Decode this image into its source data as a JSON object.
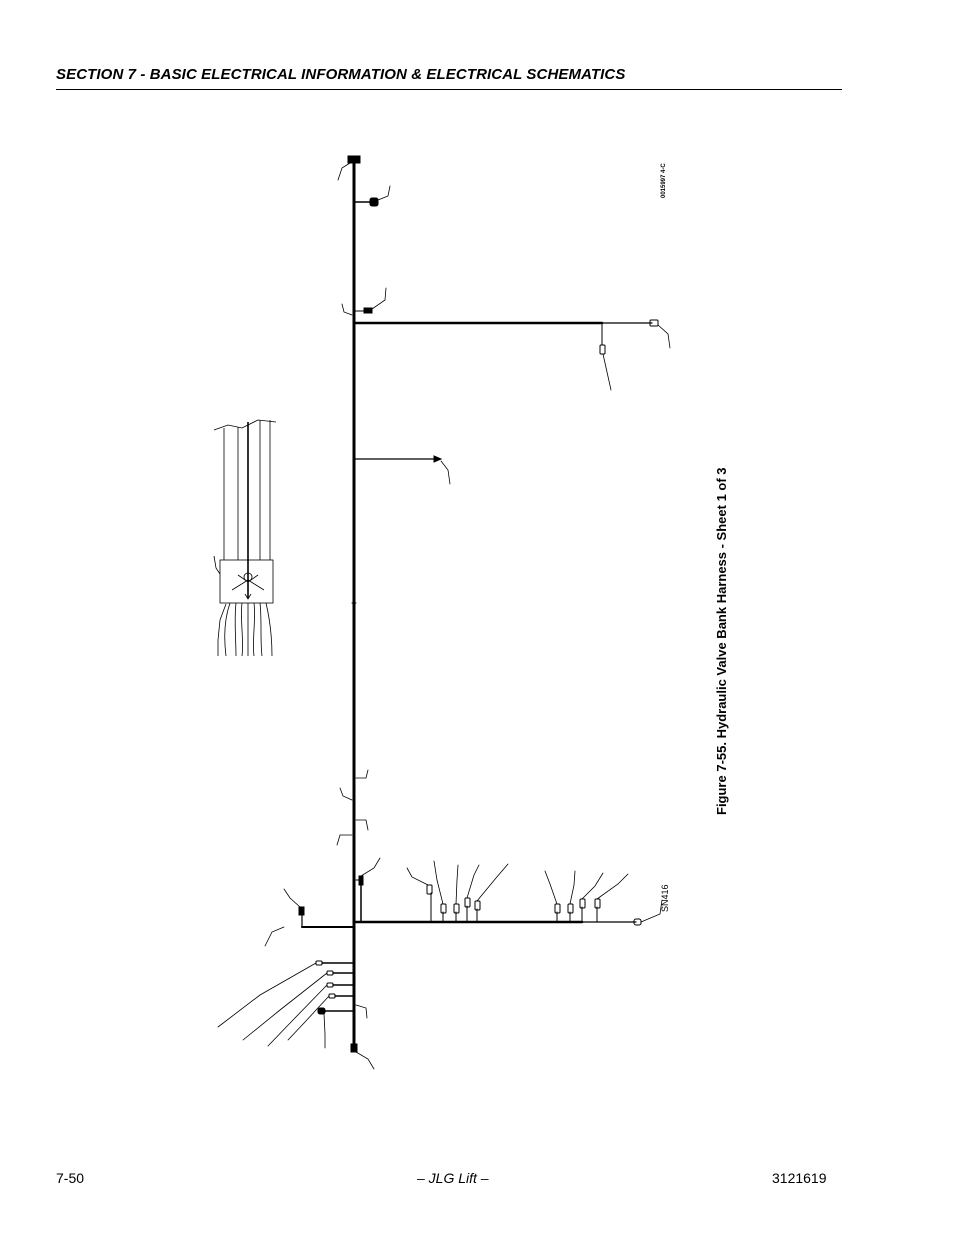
{
  "header": {
    "section_title": "SECTION 7 - BASIC ELECTRICAL INFORMATION & ELECTRICAL SCHEMATICS"
  },
  "figure": {
    "caption": "Figure 7-55.  Hydraulic Valve Bank Harness - Sheet 1 of 3",
    "drawing_number": "0015997 4-C",
    "serial_label": "SN416"
  },
  "footer": {
    "page_number": "7-50",
    "publisher": "– JLG Lift –",
    "document_number": "3121619"
  }
}
